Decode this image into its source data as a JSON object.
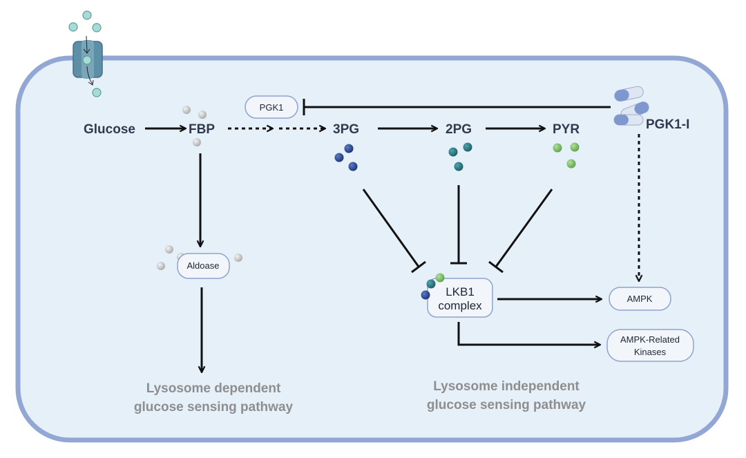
{
  "metabolites": {
    "glucose": "Glucose",
    "fbp": "FBP",
    "pg3": "3PG",
    "pg2": "2PG",
    "pyr": "PYR"
  },
  "inhibitor": "PGK1-I",
  "boxes": {
    "pgk1": "PGK1",
    "aldoase": "Aldoase",
    "lkb1_line1": "LKB1",
    "lkb1_line2": "complex",
    "ampk": "AMPK",
    "ampk_related_line1": "AMPK-Related",
    "ampk_related_line2": "Kinases"
  },
  "pathways": {
    "dependent_line1": "Lysosome dependent",
    "dependent_line2": "glucose sensing pathway",
    "independent_line1": "Lysosome independent",
    "independent_line2": "glucose sensing pathway"
  },
  "colors": {
    "cell_fill": "#e6f0f9",
    "cell_border": "#93a7d4",
    "text_dark": "#2f3a4e",
    "pathway_gray": "#8e8e8e",
    "dot_gray": "#c9c9c9",
    "dot_navy": "#2c4b8f",
    "dot_teal": "#2a7c84",
    "dot_green": "#7ec06a",
    "transporter": "#5d8fa6",
    "glucose_molecule": "#a7dcd6",
    "pill_blue": "#7f97cf",
    "pill_light": "#dfe6f3"
  }
}
